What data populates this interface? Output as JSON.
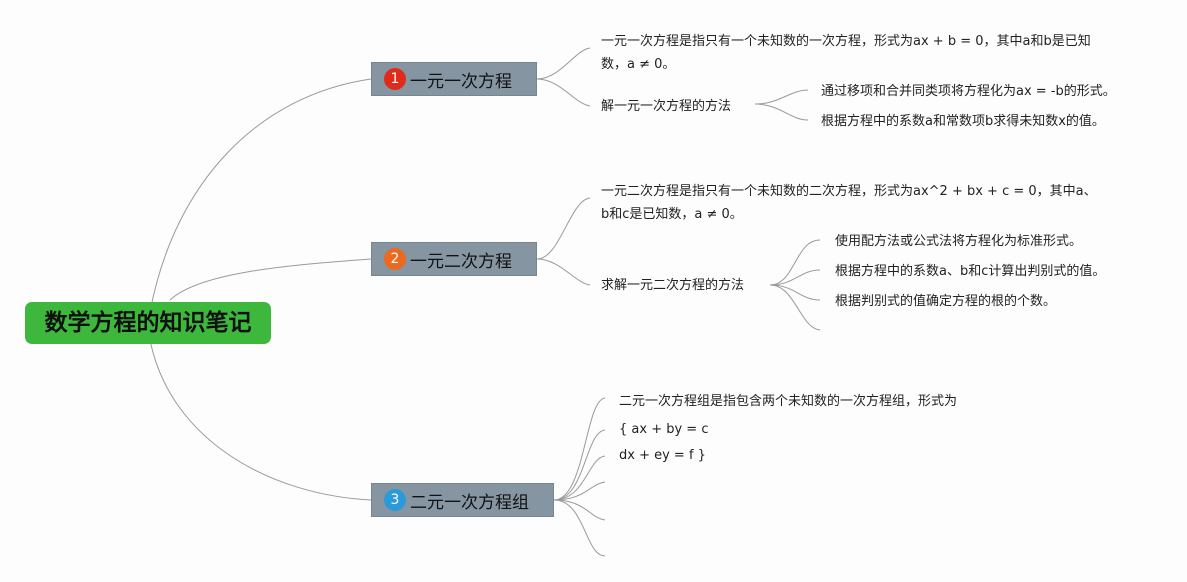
{
  "root": {
    "label": "数学方程的知识笔记"
  },
  "topics": [
    {
      "number": "1",
      "badge_color": "#e02b1b",
      "label": "一元一次方程",
      "definition": "一元一次方程是指只有一个未知数的一次方程，形式为ax + b = 0，其中a和b是已知数，a ≠ 0。",
      "method": {
        "label": "解一元一次方程的方法",
        "steps": [
          "通过移项和合并同类项将方程化为ax = -b的形式。",
          "根据方程中的系数a和常数项b求得未知数x的值。"
        ]
      }
    },
    {
      "number": "2",
      "badge_color": "#ec6a1f",
      "label": "一元二次方程",
      "definition": "一元二次方程是指只有一个未知数的二次方程，形式为ax^2 + bx + c = 0，其中a、b和c是已知数，a ≠ 0。",
      "method": {
        "label": "求解一元二次方程的方法",
        "steps": [
          "使用配方法或公式法将方程化为标准形式。",
          "根据方程中的系数a、b和c计算出判别式的值。",
          "根据判别式的值确定方程的根的个数。"
        ]
      }
    },
    {
      "number": "3",
      "badge_color": "#2a9bd8",
      "label": "二元一次方程组",
      "lines": [
        "二元一次方程组是指包含两个未知数的一次方程组，形式为",
        "{ ax + by = c",
        "dx + ey = f }"
      ]
    }
  ]
}
